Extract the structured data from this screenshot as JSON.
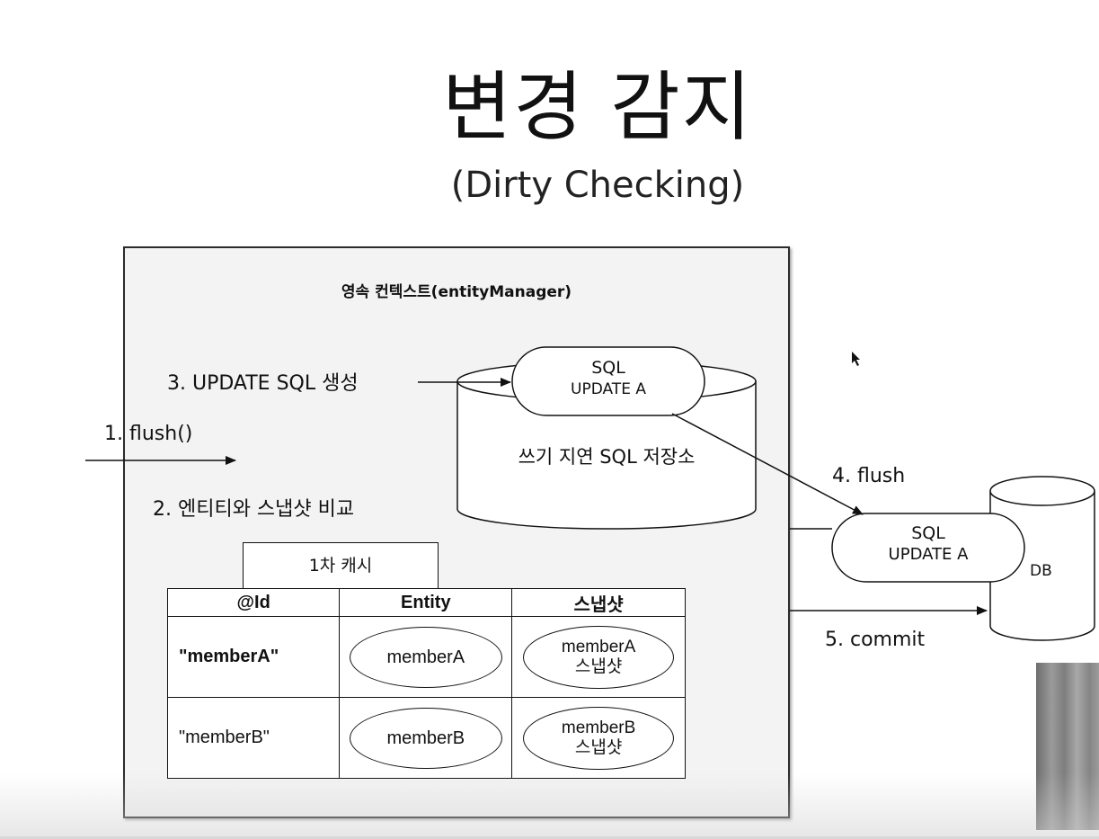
{
  "slide": {
    "title": "변경 감지",
    "subtitle": "(Dirty Checking)"
  },
  "diagram": {
    "persistence_context_title": "영속 컨텍스트(entityManager)",
    "steps": {
      "step1": "1. flush()",
      "step2": "2. 엔티티와 스냅샷 비교",
      "step3": "3. UPDATE SQL 생성",
      "step4": "4. flush",
      "step5": "5. commit"
    },
    "write_behind_store": {
      "label": "쓰기 지연 SQL 저장소",
      "sql_line1": "SQL",
      "sql_line2": "UPDATE A"
    },
    "db_sql": {
      "line1": "SQL",
      "line2": "UPDATE A"
    },
    "db_label": "DB",
    "first_level_cache": {
      "title": "1차 캐시",
      "headers": [
        "@Id",
        "Entity",
        "스냅샷"
      ],
      "rows": [
        {
          "id": "\"memberA\"",
          "entity": "memberA",
          "snapshot_line1": "memberA",
          "snapshot_line2": "스냅샷"
        },
        {
          "id": "\"memberB\"",
          "entity": "memberB",
          "snapshot_line1": "memberB",
          "snapshot_line2": "스냅샷"
        }
      ]
    }
  },
  "colors": {
    "box_fill": "#f3f3f3",
    "stroke": "#111111"
  }
}
